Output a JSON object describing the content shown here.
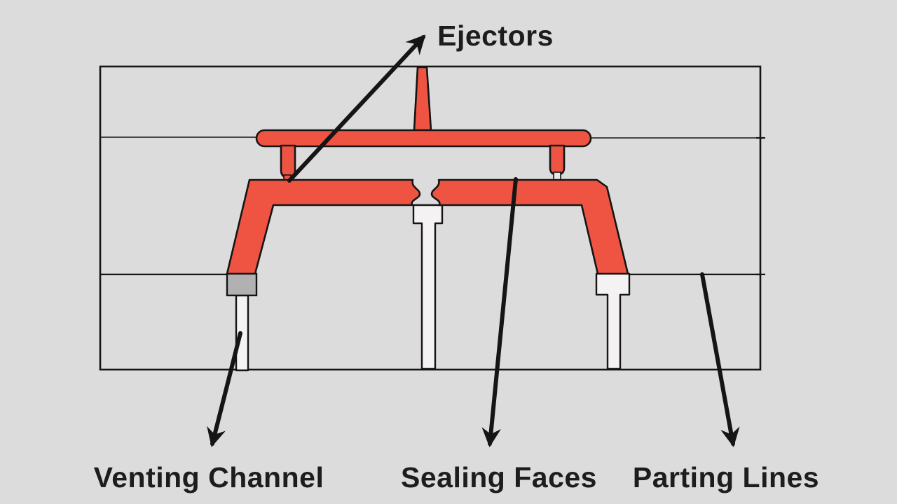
{
  "diagram": {
    "labels": {
      "ejectors": "Ejectors",
      "venting_channel": "Venting Channel",
      "sealing_faces": "Sealing Faces",
      "parting_lines": "Parting Lines"
    }
  },
  "colors": {
    "background": "#dcdcdc",
    "part_red": "#ef5443",
    "outline": "#151515",
    "vent_white": "#f4f2f2",
    "block_gray": "#b2b1b1",
    "text": "#1d1d1d"
  }
}
